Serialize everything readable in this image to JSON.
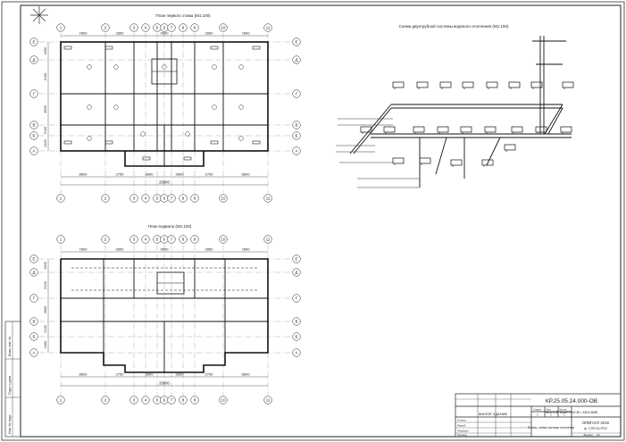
{
  "titles": {
    "first_floor_plan": "План первого этажа",
    "first_floor_scale": "(М1:100)",
    "heating_scheme": "Схема двухтрубной системы водяного отопления",
    "heating_scheme_scale": "(М1:100)",
    "basement_plan": "План подвала",
    "basement_scale": "(М1:100)"
  },
  "axes": {
    "columns": [
      "1",
      "2",
      "3",
      "4",
      "5",
      "6",
      "7",
      "8",
      "9",
      "10",
      "11"
    ],
    "rows": [
      "Е",
      "Д",
      "Г",
      "В",
      "Б",
      "А"
    ]
  },
  "dims": {
    "top": [
      "7800",
      "2850",
      "4500",
      "2850",
      "7800"
    ],
    "bottom": [
      "8600",
      "2750",
      "3600",
      "3600",
      "2750",
      "8600"
    ],
    "total": "26900",
    "left": [
      "4200",
      "2100",
      "4500",
      "2100",
      "2400",
      "1800"
    ]
  },
  "stamp": {
    "code": "КР.25.05.24.000-ОВ",
    "project": "ЖИЛОЙ КВАРТАЛ В г. МОСКВЕ",
    "building": "ЖИЛОЕ ЗДАНИЕ",
    "sheet_title": "Планы, схема системы отопления",
    "org_line1": "ОПБГАСУ-2015",
    "org_line2": "гр. СЛП 03-РОС",
    "stage": "У",
    "sheet_no": "1",
    "sheets": "1",
    "col_stage": "Стадия",
    "col_sheet": "Лист",
    "col_sheets": "Листов",
    "format": "Формат",
    "format_value": "А3",
    "row_labels": [
      "Разраб.",
      "Проверил",
      "Руковод.",
      "Н.контр."
    ]
  },
  "side_stamp": [
    "Инв. № подл.",
    "Подп. и дата",
    "Взам. инв. №"
  ]
}
